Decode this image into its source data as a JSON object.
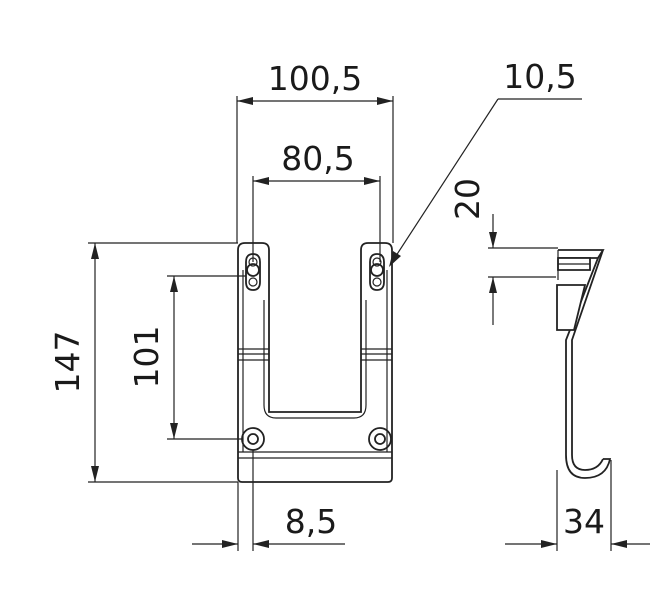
{
  "dimensions": {
    "overall_width": "100,5",
    "inner_width": "80,5",
    "hole_size": "10,5",
    "hook_offset": "20",
    "overall_height": "147",
    "hole_spacing": "101",
    "edge_offset": "8,5",
    "depth": "34"
  }
}
